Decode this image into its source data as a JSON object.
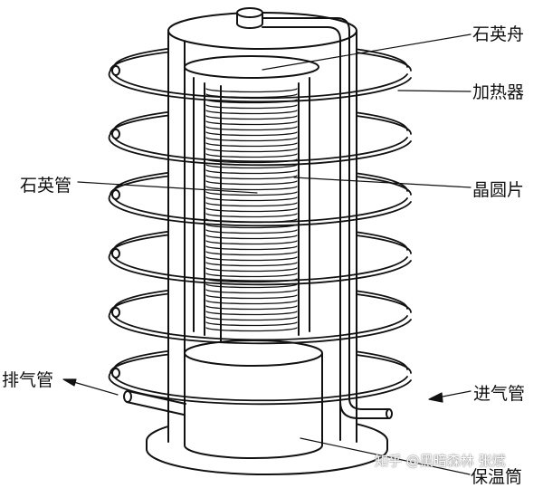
{
  "labels": {
    "quartz_boat": "石英舟",
    "heater": "加热器",
    "quartz_tube": "石英管",
    "wafer": "晶圆片",
    "exhaust_pipe": "排气管",
    "inlet_pipe": "进气管",
    "insulation_cylinder": "保温筒"
  },
  "watermark": "知乎 @黑暗森林 张斌",
  "colors": {
    "line": "#111111",
    "background": "#ffffff"
  }
}
